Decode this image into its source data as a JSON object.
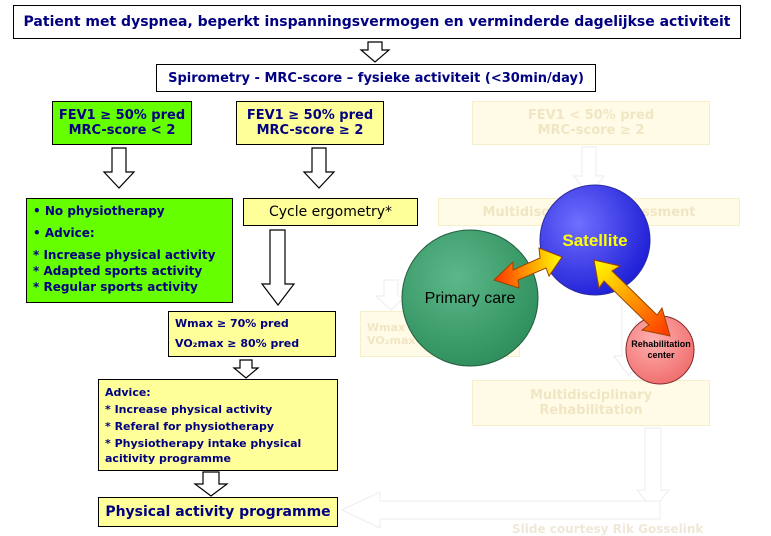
{
  "header": {
    "title": "Patient met dyspnea, beperkt inspanningsvermogen en verminderde dagelijkse activiteit"
  },
  "spirometry": {
    "label": "Spirometry - MRC-score – fysieke activiteit (<30min/day)"
  },
  "branch_left": {
    "line1": "FEV1 ≥ 50% pred",
    "line2": "MRC-score < 2"
  },
  "branch_mid": {
    "line1": "FEV1 ≥ 50% pred",
    "line2": "MRC-score ≥ 2"
  },
  "branch_right": {
    "line1": "FEV1 < 50% pred",
    "line2": "MRC-score ≥ 2"
  },
  "advice_green": {
    "lines": [
      "• No physiotherapy",
      "• Advice:",
      "* Increase physical activity",
      "* Adapted sports activity",
      "* Regular sports activity"
    ]
  },
  "cycle": {
    "label": "Cycle ergometry*"
  },
  "multi_assessment": {
    "label": "Multidisciplinary assessment"
  },
  "wmax": {
    "line1": "Wmax ≥ 70% pred",
    "line2": "VO₂max ≥ 80% pred"
  },
  "wmax_faded": {
    "line1": "Wmax",
    "line2": "VO₂max"
  },
  "advice_yellow": {
    "lines": [
      "Advice:",
      "* Increase physical activity",
      "* Referal for physiotherapy",
      "* Physiotherapy intake physical",
      "acitivity programme"
    ]
  },
  "multi_rehab": {
    "line1": "Multidisciplinary",
    "line2": "Rehabilitation"
  },
  "programme": {
    "label": "Physical activity programme"
  },
  "overlay": {
    "satellite": "Satellite",
    "primary_care": "Primary care",
    "rehab_line1": "Rehabilitation",
    "rehab_line2": "center"
  },
  "footer": {
    "courtesy": "Slide courtesy Rik Gosselink"
  },
  "colors": {
    "navy": "#000080",
    "yellow_box": "#ffff99",
    "green_box": "#66ff00",
    "primary_care": "#339966",
    "satellite": "#3333ff",
    "rehab_center": "#ff8080"
  }
}
